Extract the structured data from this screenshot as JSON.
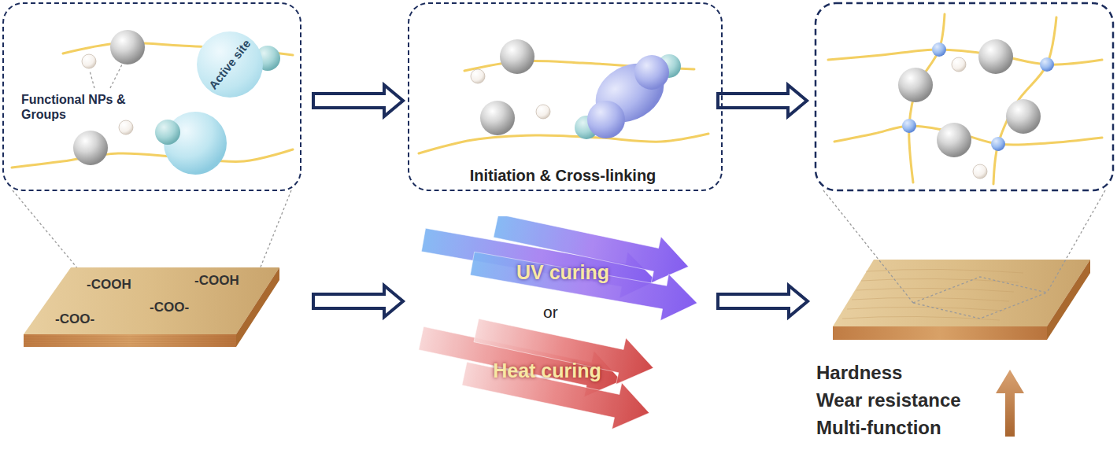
{
  "diagram": {
    "nodes": [
      {
        "text": [
          "Functional NPs & Groups"
        ]
      },
      {
        "text": [
          "Active site"
        ],
        "in": 0
      },
      {
        "text": [
          "Initiation & Cross-linking"
        ]
      },
      {
        "text": [
          "-COOH",
          "-COOH",
          "-COO-",
          "-COO-"
        ]
      },
      {
        "text": [
          "UV curing"
        ]
      },
      {
        "text": [
          "Heat curing"
        ]
      }
    ],
    "edges": [
      {
        "from": 0,
        "to": 2,
        "arrow": "to"
      }
    ],
    "labels": [
      "or",
      "Hardness",
      "Wear resistance",
      "Multi-function"
    ]
  }
}
